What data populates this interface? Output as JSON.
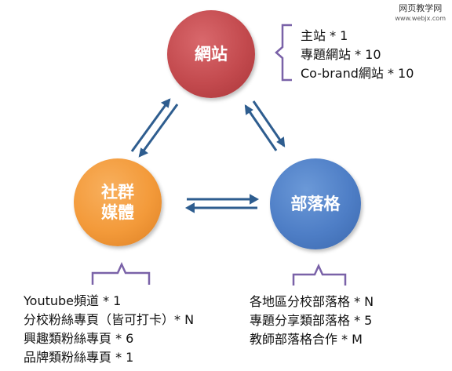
{
  "nodes": {
    "website": {
      "label": "網站",
      "color": "#c34a4e"
    },
    "social": {
      "label_lines": [
        "社群",
        "媒體"
      ],
      "color": "#f39a3a"
    },
    "blog": {
      "label": "部落格",
      "color": "#4e7ec6"
    }
  },
  "site_list": [
    "主站 * 1",
    "專題網站 * 10",
    "Co-brand網站 * 10"
  ],
  "social_list": [
    "Youtube頻道 * 1",
    "分校粉絲專頁（皆可打卡）* N",
    "興趣類粉絲專頁 * 6",
    "品牌類粉絲專頁 * 1"
  ],
  "blog_list": [
    "各地區分校部落格 * N",
    "專題分享類部落格 * 5",
    "教師部落格合作 * M"
  ],
  "colors": {
    "arrow": "#2e5d8f",
    "brace": "#7a62a8"
  },
  "watermark": {
    "title": "网页教学网",
    "url": "www.webjx.com"
  }
}
